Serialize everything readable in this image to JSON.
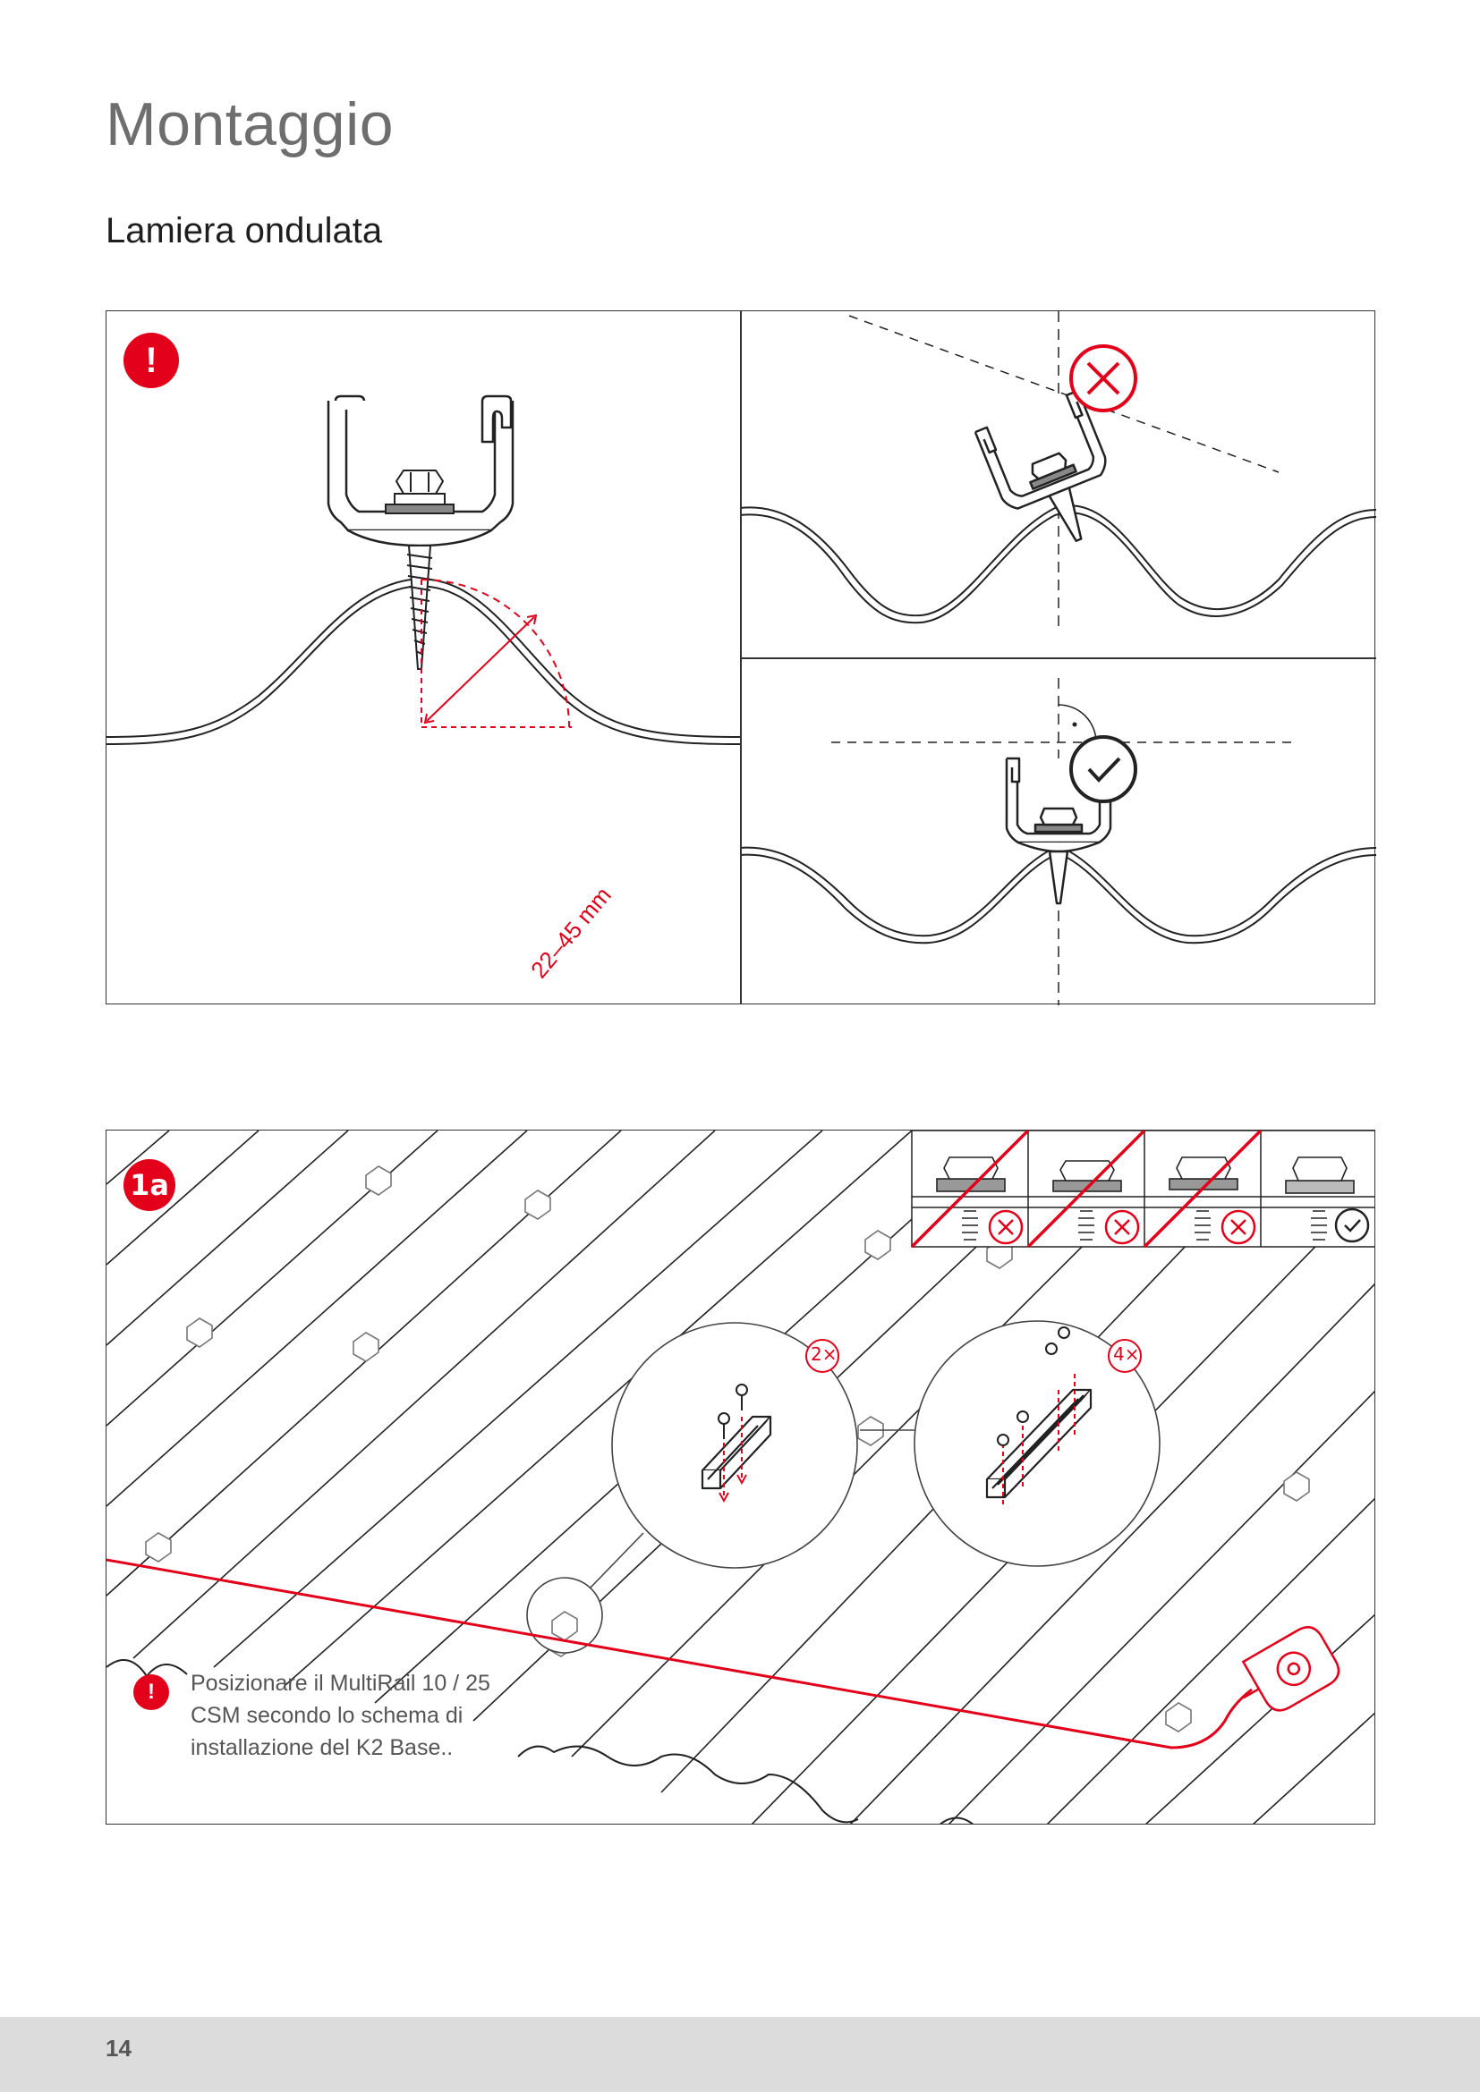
{
  "page": {
    "title": "Montaggio",
    "subtitle": "Lamiera ondulata",
    "page_number": "14"
  },
  "figure_top": {
    "warning_symbol": "!",
    "dimension_label": "22–45 mm",
    "status_wrong_icon": "cross-circle-icon",
    "status_correct_icon": "check-circle-icon",
    "accent_color": "#e2001a"
  },
  "figure_bottom": {
    "step_label": "1a",
    "detail_left_qty": "2×",
    "detail_right_qty": "4×",
    "screw_checks": [
      "wrong",
      "wrong",
      "wrong",
      "correct"
    ],
    "note_symbol": "!",
    "note_text": "Posizionare il MultiRail 10 / 25 CSM secondo lo schema di installazione del K2 Base.."
  }
}
